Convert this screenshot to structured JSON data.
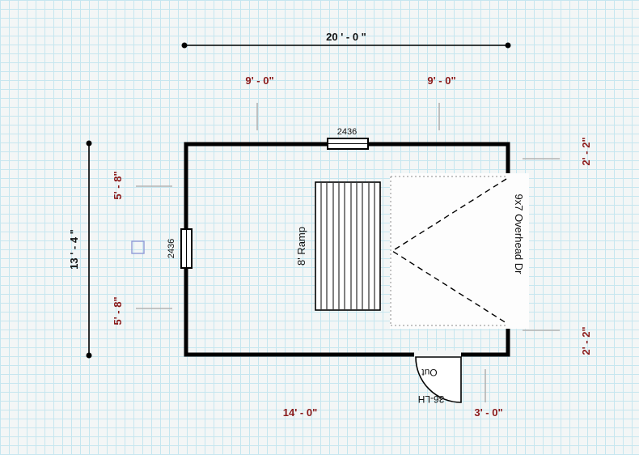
{
  "drawing": {
    "dimensions": {
      "overall_width": "20 ' - 0 \"",
      "overall_height": "13 ' - 4 \"",
      "top_left": "9' - 0\"",
      "top_right": "9' - 0\"",
      "left_upper": "5' - 8\"",
      "left_lower": "5' - 8\"",
      "right_upper": "2' - 2\"",
      "right_lower": "2' - 2\"",
      "bottom_left": "14' - 0\"",
      "bottom_right": "3' - 0\""
    },
    "labels": {
      "top_window": "2436",
      "left_window": "2436",
      "ramp": "8' Ramp",
      "overhead_door": "9x7 Overhead Dr",
      "entry_door": "36-LH",
      "entry_door_direction": "Out"
    },
    "colors": {
      "dimension_text": "#8b1a1a",
      "drawing_line": "#000000",
      "grid_line": "#c6e6ef",
      "background": "#f3f6f6",
      "symbol_accent": "#8f9ad6"
    }
  }
}
